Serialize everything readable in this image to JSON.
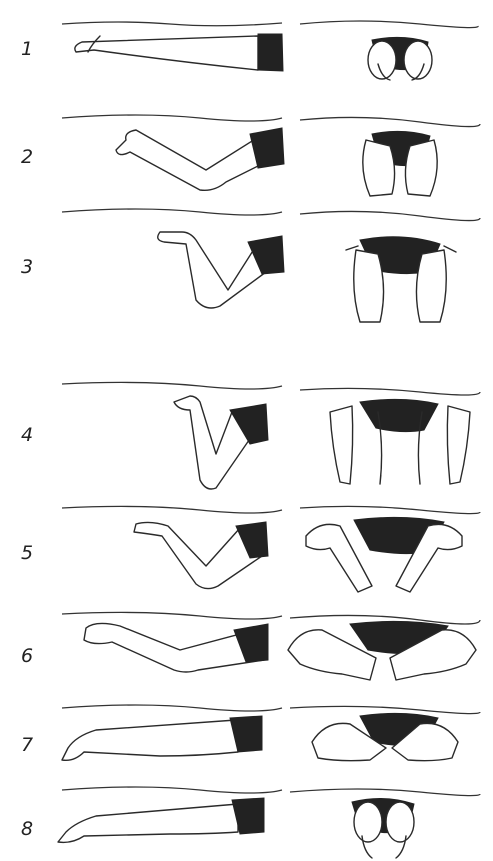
{
  "figure": {
    "rows": [
      {
        "label": "1"
      },
      {
        "label": "2"
      },
      {
        "label": "3"
      },
      {
        "label": "4"
      },
      {
        "label": "5"
      },
      {
        "label": "6"
      },
      {
        "label": "7"
      },
      {
        "label": "8"
      }
    ]
  }
}
